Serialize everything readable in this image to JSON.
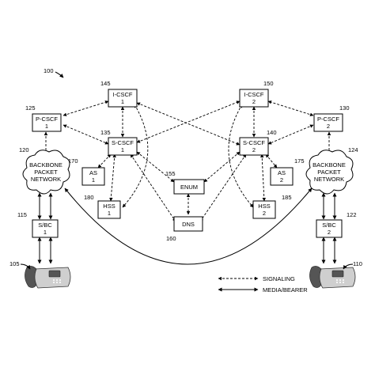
{
  "figure_ref": "100",
  "nodes": {
    "icscf1": {
      "ref": "145",
      "line1": "I-CSCF",
      "line2": "1"
    },
    "icscf2": {
      "ref": "150",
      "line1": "I-CSCF",
      "line2": "2"
    },
    "pcscf1": {
      "ref": "125",
      "line1": "P-CSCF",
      "line2": "1"
    },
    "pcscf2": {
      "ref": "130",
      "line1": "P-CSCF",
      "line2": "2"
    },
    "scscf1": {
      "ref": "135",
      "line1": "S-CSCF",
      "line2": "1"
    },
    "scscf2": {
      "ref": "140",
      "line1": "S-CSCF",
      "line2": "2"
    },
    "as1": {
      "ref": "170",
      "line1": "AS",
      "line2": "1"
    },
    "as2": {
      "ref": "175",
      "line1": "AS",
      "line2": "2"
    },
    "enum": {
      "ref": "155",
      "line1": "ENUM"
    },
    "dns": {
      "ref": "160",
      "line1": "DNS"
    },
    "hss1": {
      "ref": "180",
      "line1": "HSS",
      "line2": "1"
    },
    "hss2": {
      "ref": "185",
      "line1": "HSS",
      "line2": "2"
    },
    "sbc1": {
      "ref": "115",
      "line1": "S/BC",
      "line2": "1"
    },
    "sbc2": {
      "ref": "122",
      "line1": "S/BC",
      "line2": "2"
    },
    "bpn1": {
      "ref": "120",
      "line1": "BACKBONE",
      "line2": "PACKET",
      "line3": "NETWORK"
    },
    "bpn2": {
      "ref": "124",
      "line1": "BACKBONE",
      "line2": "PACKET",
      "line3": "NETWORK"
    },
    "phone1": {
      "ref": "105"
    },
    "phone2": {
      "ref": "110"
    }
  },
  "legend": {
    "signaling": "SIGNALING",
    "media": "MEDIA/BEARER"
  }
}
